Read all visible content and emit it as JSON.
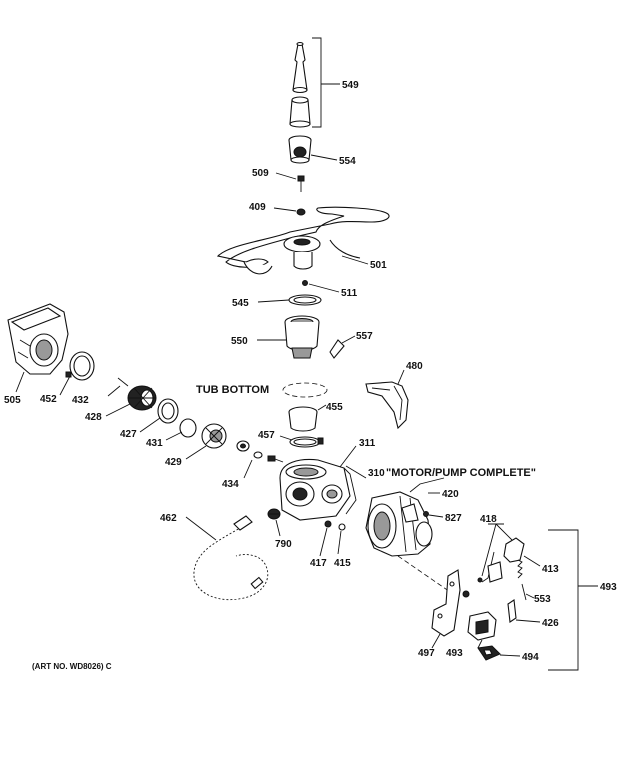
{
  "callouts": [
    {
      "id": "549",
      "text": "549"
    },
    {
      "id": "554",
      "text": "554"
    },
    {
      "id": "509",
      "text": "509"
    },
    {
      "id": "409",
      "text": "409"
    },
    {
      "id": "501",
      "text": "501"
    },
    {
      "id": "511",
      "text": "511"
    },
    {
      "id": "545",
      "text": "545"
    },
    {
      "id": "550",
      "text": "550"
    },
    {
      "id": "557",
      "text": "557"
    },
    {
      "id": "480",
      "text": "480"
    },
    {
      "id": "455",
      "text": "455"
    },
    {
      "id": "457",
      "text": "457"
    },
    {
      "id": "311",
      "text": "311"
    },
    {
      "id": "310",
      "text": "310"
    },
    {
      "id": "420",
      "text": "420"
    },
    {
      "id": "827",
      "text": "827"
    },
    {
      "id": "505",
      "text": "505"
    },
    {
      "id": "452",
      "text": "452"
    },
    {
      "id": "432",
      "text": "432"
    },
    {
      "id": "428",
      "text": "428"
    },
    {
      "id": "427",
      "text": "427"
    },
    {
      "id": "431",
      "text": "431"
    },
    {
      "id": "429",
      "text": "429"
    },
    {
      "id": "434",
      "text": "434"
    },
    {
      "id": "462",
      "text": "462"
    },
    {
      "id": "790",
      "text": "790"
    },
    {
      "id": "417",
      "text": "417"
    },
    {
      "id": "415",
      "text": "415"
    },
    {
      "id": "418",
      "text": "418"
    },
    {
      "id": "413",
      "text": "413"
    },
    {
      "id": "493a",
      "text": "493"
    },
    {
      "id": "553",
      "text": "553"
    },
    {
      "id": "426",
      "text": "426"
    },
    {
      "id": "497",
      "text": "497"
    },
    {
      "id": "493b",
      "text": "493"
    },
    {
      "id": "494",
      "text": "494"
    }
  ],
  "notes": {
    "tub_bottom": "TUB BOTTOM",
    "motor_pump": "\"MOTOR/PUMP COMPLETE\"",
    "art_no": "(ART NO. WD8026) C"
  }
}
